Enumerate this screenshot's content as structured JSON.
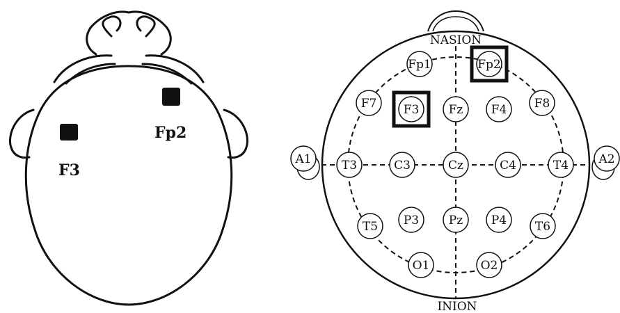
{
  "left_panel": {
    "labels": {
      "f3": "F3",
      "fp2": "Fp2"
    }
  },
  "right_panel": {
    "top_label": "NASION",
    "bottom_label": "INION",
    "electrodes": {
      "fp1": "Fp1",
      "fp2": "Fp2",
      "f7": "F7",
      "f3": "F3",
      "fz": "Fz",
      "f4": "F4",
      "f8": "F8",
      "a1": "A1",
      "t3": "T3",
      "c3": "C3",
      "cz": "Cz",
      "c4": "C4",
      "t4": "T4",
      "a2": "A2",
      "t5": "T5",
      "p3": "P3",
      "pz": "Pz",
      "p4": "P4",
      "t6": "T6",
      "o1": "O1",
      "o2": "O2"
    },
    "highlighted": [
      "F3",
      "Fp2"
    ]
  }
}
